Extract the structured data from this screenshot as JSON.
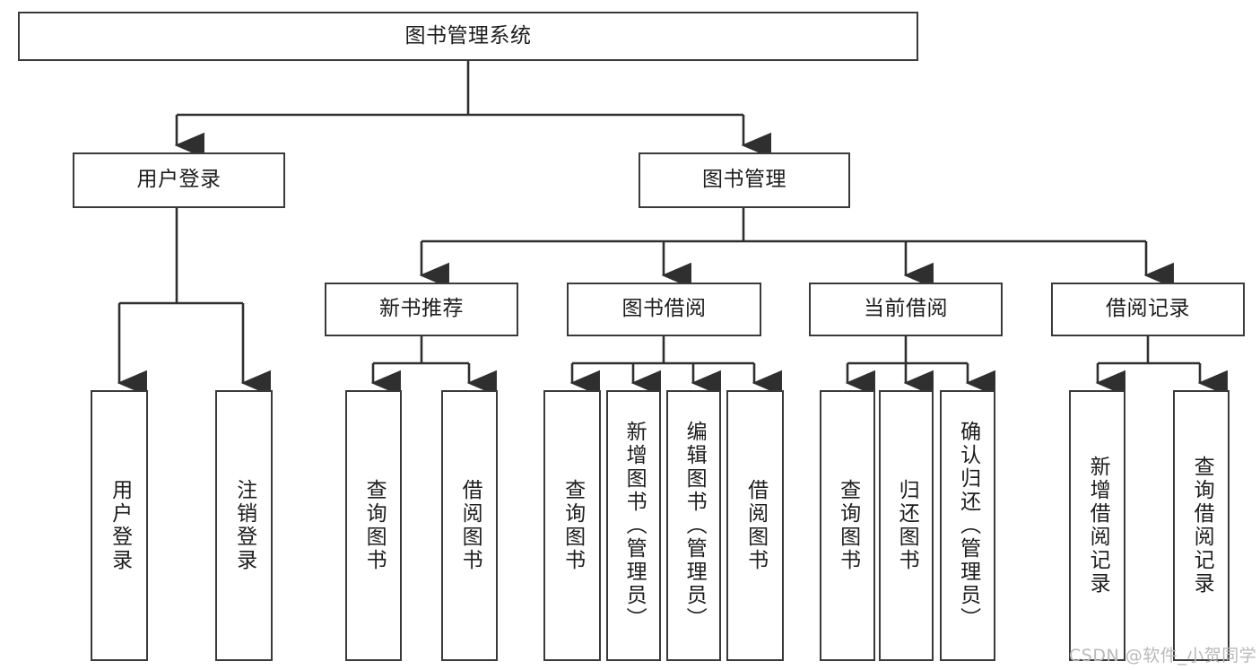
{
  "diagram": {
    "title": "图书管理系统",
    "type": "tree",
    "root": {
      "label": "图书管理系统"
    },
    "level2": [
      {
        "label": "用户登录"
      },
      {
        "label": "图书管理"
      }
    ],
    "level3": [
      {
        "label": "新书推荐"
      },
      {
        "label": "图书借阅"
      },
      {
        "label": "当前借阅"
      },
      {
        "label": "借阅记录"
      }
    ],
    "leaves": {
      "user_login": [
        {
          "label": "用户登录"
        },
        {
          "label": "注销登录"
        }
      ],
      "new_book_recommend": [
        {
          "label": "查询图书"
        },
        {
          "label": "借阅图书"
        }
      ],
      "book_borrow": [
        {
          "label": "查询图书"
        },
        {
          "label": "新增图书（管理员）"
        },
        {
          "label": "编辑图书（管理员）"
        },
        {
          "label": "借阅图书"
        }
      ],
      "current_borrow": [
        {
          "label": "查询图书"
        },
        {
          "label": "归还图书"
        },
        {
          "label": "确认归还（管理员）"
        }
      ],
      "borrow_records": [
        {
          "label": "新增借阅记录"
        },
        {
          "label": "查询借阅记录"
        }
      ]
    }
  },
  "watermark": {
    "text": "CSDN @软件_小贺同学"
  },
  "colors": {
    "stroke": "#3a3a3a",
    "text": "#1d1d1d",
    "background": "#ffffff",
    "watermark": "#b9b9b9"
  }
}
